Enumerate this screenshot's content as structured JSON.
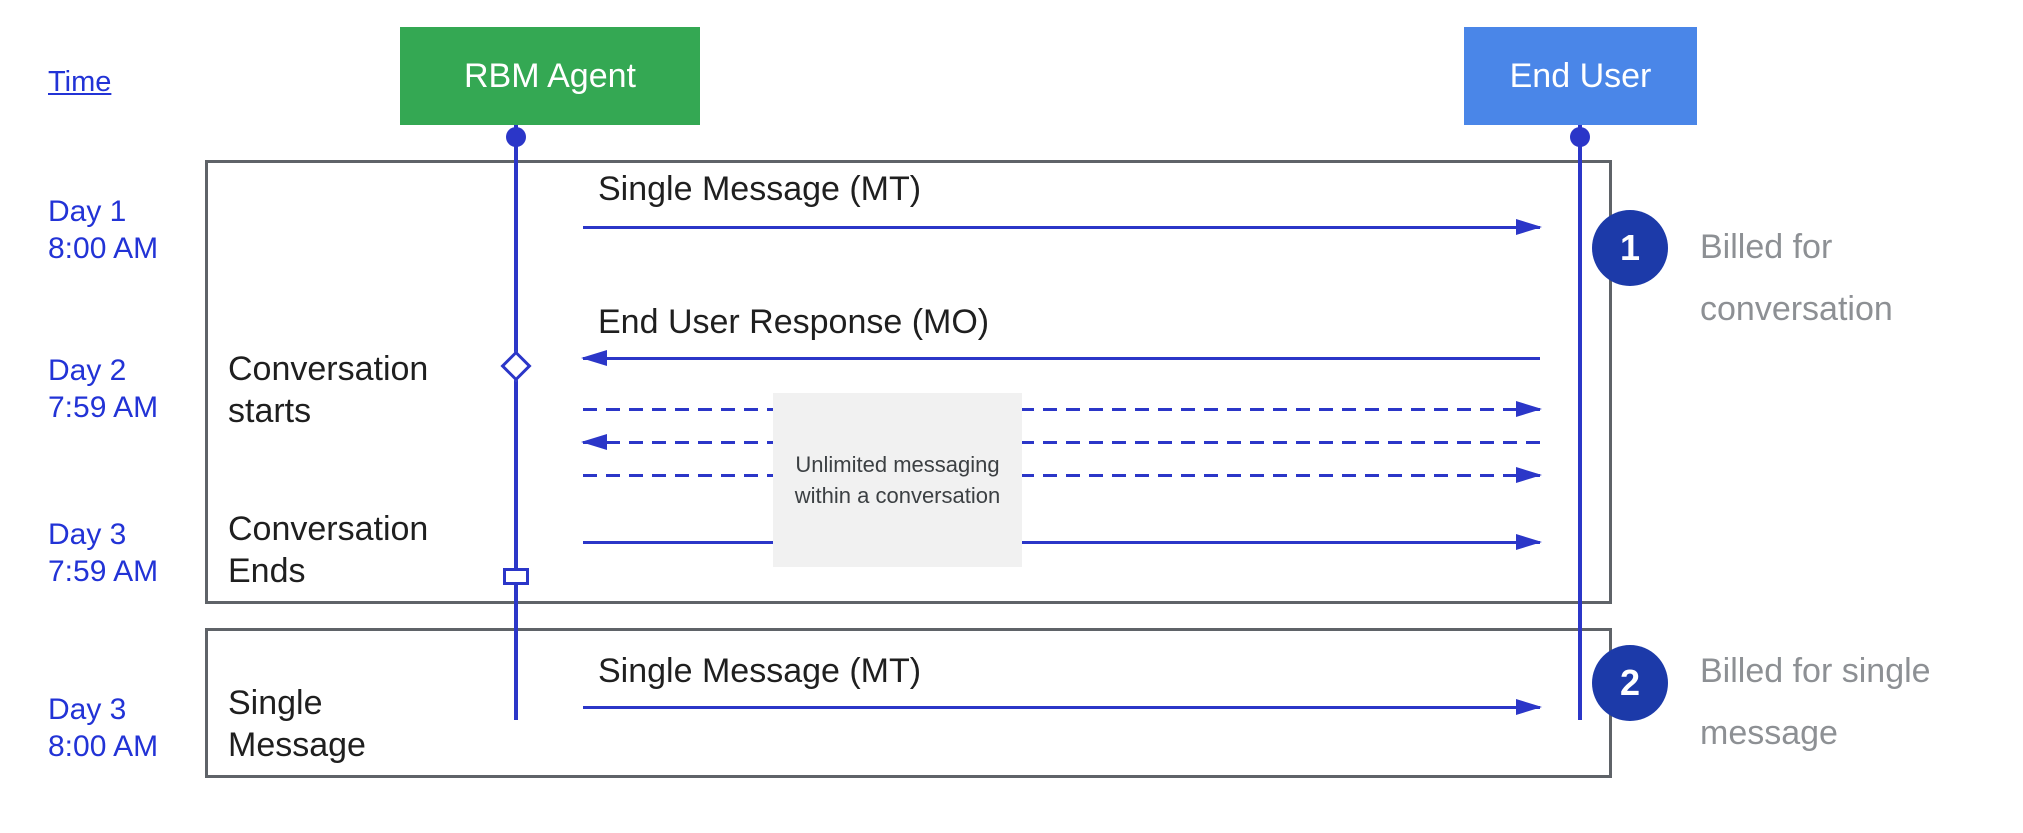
{
  "diagram": {
    "time_axis_label": "Time",
    "actors": {
      "agent": {
        "label": "RBM Agent",
        "color": "#34a853"
      },
      "end_user": {
        "label": "End User",
        "color": "#4a86e8"
      }
    },
    "timestamps": [
      {
        "day": "Day 1",
        "time": "8:00 AM"
      },
      {
        "day": "Day 2",
        "time": "7:59 AM"
      },
      {
        "day": "Day 3",
        "time": "7:59 AM"
      },
      {
        "day": "Day 3",
        "time": "8:00 AM"
      }
    ],
    "conversation_frame": {
      "message_mt": "Single Message (MT)",
      "message_mo": "End User Response (MO)",
      "event_start": "Conversation starts",
      "event_end": "Conversation Ends",
      "note": "Unlimited messaging within a conversation"
    },
    "single_message_frame": {
      "event": "Single Message",
      "message_mt": "Single Message (MT)"
    },
    "billing_annotations": [
      {
        "number": "1",
        "text": "Billed for conversation"
      },
      {
        "number": "2",
        "text": "Billed for single message"
      }
    ],
    "colors": {
      "agent_green": "#34a853",
      "end_user_blue": "#4a86e8",
      "line_blue": "#2b36c8",
      "time_text_blue": "#2233d6",
      "badge_blue": "#1c3aa9",
      "frame_border_gray": "#5f6368",
      "note_background": "#f1f1f1",
      "billed_text_gray": "#8d9094",
      "label_black": "#1f1f1f"
    }
  }
}
